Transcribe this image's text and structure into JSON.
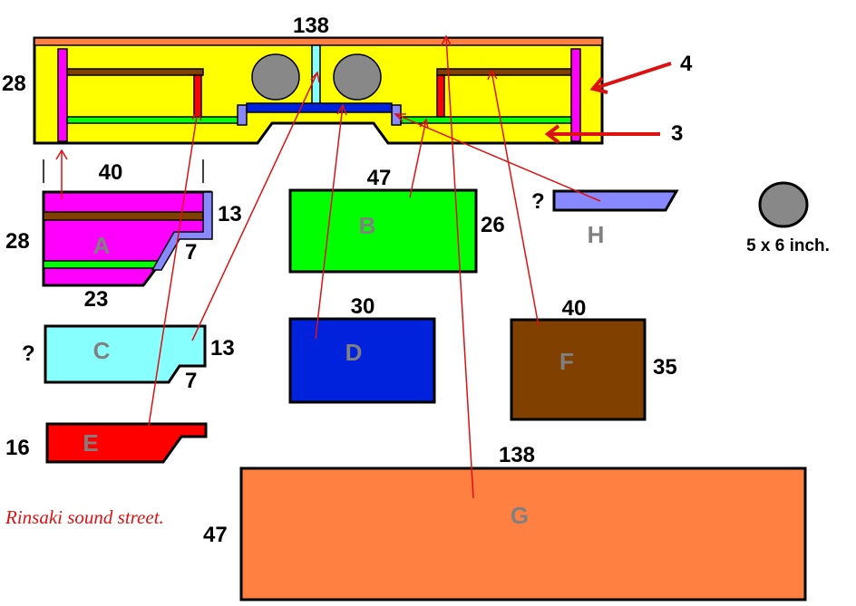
{
  "colors": {
    "cabinet_yellow": "#ffff00",
    "part_a_magenta": "#ff00ff",
    "part_b_green": "#00ff00",
    "part_c_cyan": "#88ffff",
    "part_d_blue": "#0022dd",
    "part_e_red": "#ff0000",
    "part_f_brown": "#804000",
    "part_g_orange": "#ff8040",
    "part_h_lavender": "#8888ff",
    "speaker_gray": "#888888",
    "arrow_red": "#dd1111"
  },
  "assembly": {
    "width_label": "138",
    "height_label": "28",
    "callout_4": "4",
    "callout_3": "3"
  },
  "parts": {
    "a": {
      "label": "A",
      "width": "40",
      "height": "28",
      "right_height": "13",
      "step": "7",
      "bottom": "23"
    },
    "b": {
      "label": "B",
      "width": "47",
      "height": "26"
    },
    "c": {
      "label": "C",
      "height": "?",
      "right_height": "13",
      "step": "7"
    },
    "d": {
      "label": "D",
      "width": "30"
    },
    "e": {
      "label": "E",
      "height": "16"
    },
    "f": {
      "label": "F",
      "width": "40",
      "height": "35"
    },
    "g": {
      "label": "G",
      "width": "138",
      "height": "47"
    },
    "h": {
      "label": "H",
      "unknown": "?"
    }
  },
  "speaker": {
    "size_label": "5 x 6 inch."
  },
  "brand": "Rinsaki sound street."
}
